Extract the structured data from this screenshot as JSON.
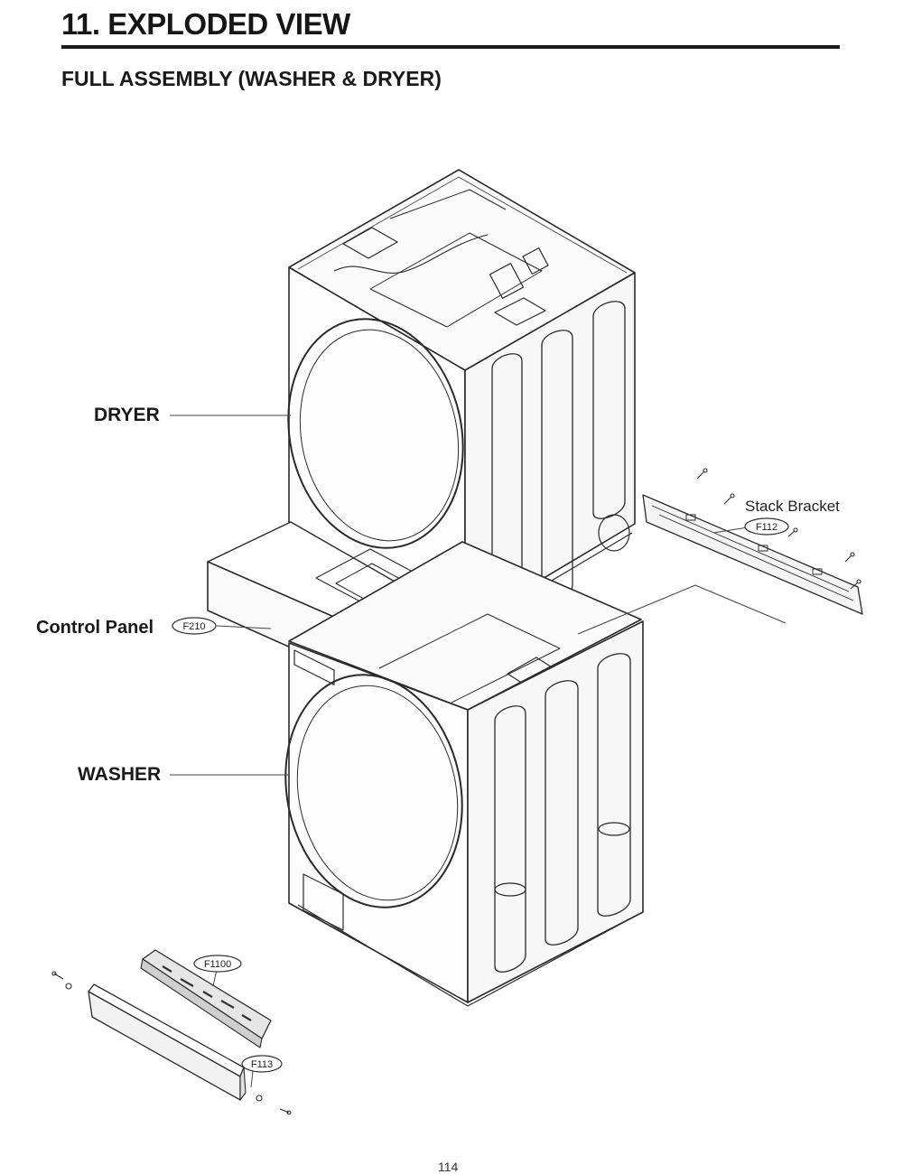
{
  "header": {
    "section_title": "11. EXPLODED VIEW",
    "subtitle": "FULL ASSEMBLY (WASHER & DRYER)"
  },
  "callouts": {
    "dryer": "DRYER",
    "washer": "WASHER",
    "control_panel": "Control Panel",
    "stack_bracket": "Stack Bracket"
  },
  "part_codes": {
    "control_panel": "F210",
    "stack_bracket": "F112",
    "pcb": "F1100",
    "kick_plate": "F113"
  },
  "footer": {
    "page_number": "114"
  }
}
